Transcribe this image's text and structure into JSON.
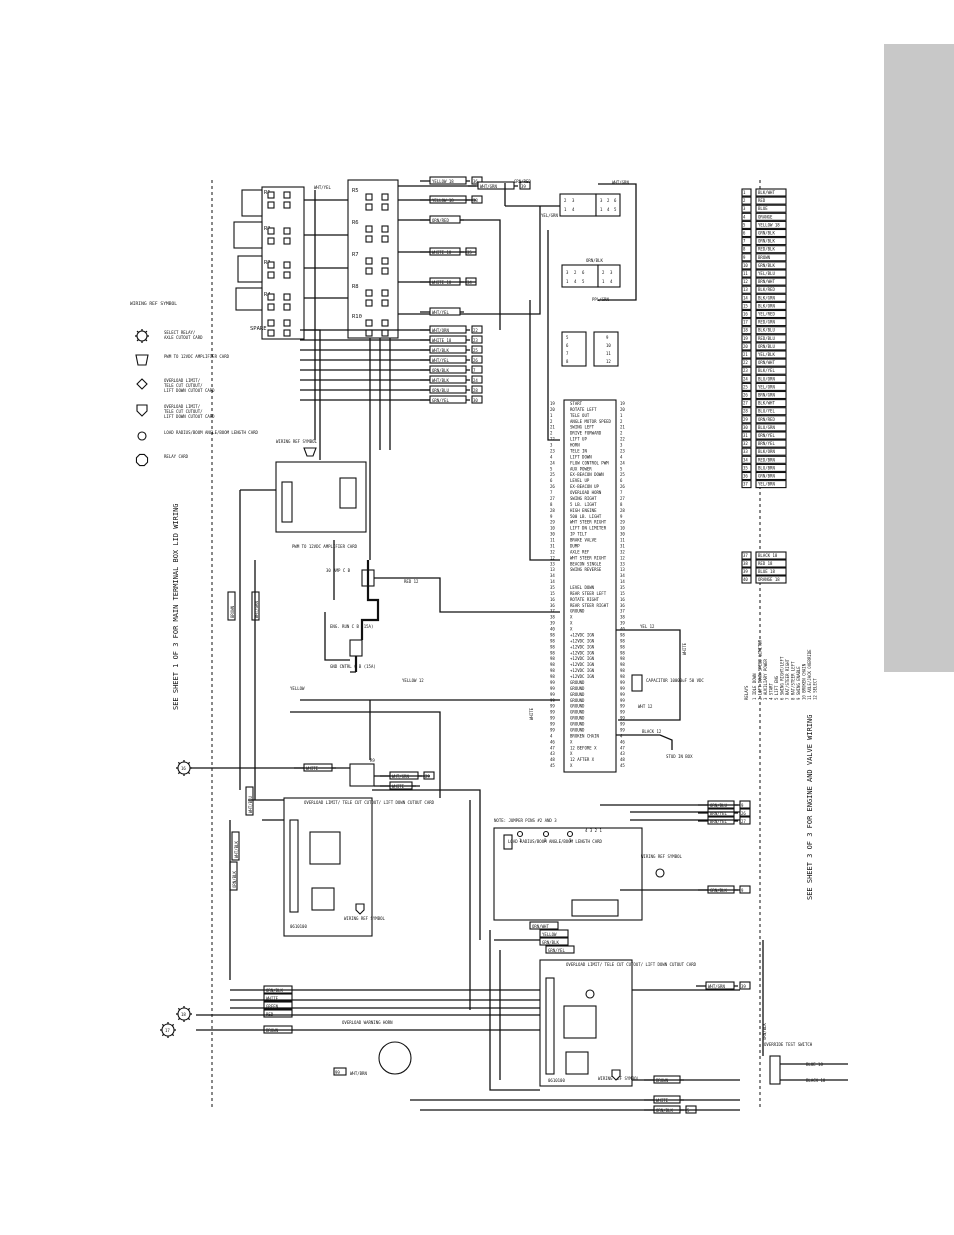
{
  "notes": {
    "left_sheet_ref": "SEE SHEET 1 OF 3 FOR MAIN TERMINAL BOX LID WIRING",
    "right_sheet_ref": "SEE SHEET 3 OF 3 FOR ENGINE AND VALVE WIRING",
    "jumper_note": "NOTE: JUMPER PINS #2 AND 3"
  },
  "legend": {
    "title": "WIRING REF SYMBOL",
    "items": [
      {
        "icon": "gear-icon",
        "text": "SELECT RELAY/ AXLE CUTOUT CARD"
      },
      {
        "icon": "trapezoid-icon",
        "text": "PWM TO 12VDC AMPLIFIER CARD"
      },
      {
        "icon": "diamond-icon",
        "text": "OVERLOAD LIMIT/ TELE CUT CUTOUT/ LIFT DOWN CUTOUT CARD"
      },
      {
        "icon": "shield-icon",
        "text": "OVERLOAD LIMIT/ TELE CUT CUTOUT/ LIFT DOWN CUTOUT CARD"
      },
      {
        "icon": "circle-icon",
        "text": "LOAD RADIUS/BOOM ANGLE/BOOM LENGTH CARD"
      },
      {
        "icon": "octagon-icon",
        "text": "RELAY CARD"
      }
    ]
  },
  "relays_left": [
    "R1",
    "R2",
    "R3",
    "R4",
    "SPARE"
  ],
  "relays_mid": [
    "R5",
    "R6",
    "R7",
    "R8",
    "R10"
  ],
  "relay_r9": "R9",
  "top_wires": [
    {
      "color": "YELLOW 18",
      "num": "36"
    },
    {
      "color": "WHT/GRN",
      "num": "39"
    },
    {
      "color": "YELLOW 18",
      "num": "38"
    }
  ],
  "r1_wire": "WHT/YEL",
  "mid_wires": [
    {
      "color": "ORN/RED",
      "num": ""
    },
    {
      "color": "WHITE 18",
      "num": "35"
    },
    {
      "color": "WHITE 18",
      "num": "34"
    },
    {
      "color": "WHT/YEL",
      "num": ""
    }
  ],
  "bundle_wires": [
    {
      "color": "WHT/ORN",
      "num": "22"
    },
    {
      "color": "WHITE 18",
      "num": "23"
    },
    {
      "color": "WHT/BLK",
      "num": "25"
    },
    {
      "color": "WHT/YEL",
      "num": "26"
    },
    {
      "color": "ORN/BLK",
      "num": "7"
    },
    {
      "color": "WHT/BLK",
      "num": "24"
    },
    {
      "color": "ORN/BLU",
      "num": "28"
    },
    {
      "color": "GRN/YEL",
      "num": "30"
    }
  ],
  "connector_upper": {
    "label_top": "GRN/RED",
    "right_top": "WHT/GRN",
    "left_label": "YEL/GRN",
    "mid_label": "ORN/BLK",
    "bottom_label": "PPL/GRN",
    "pins_a": [
      "2",
      "3",
      "1",
      "4"
    ],
    "pins_b": [
      "3",
      "2",
      "6",
      "1",
      "4",
      "5"
    ]
  },
  "connector_small": {
    "left": [
      "5",
      "6",
      "7",
      "8"
    ],
    "right": [
      "9",
      "10",
      "11",
      "12"
    ]
  },
  "main_terminal": [
    {
      "num": "19",
      "text": "START"
    },
    {
      "num": "20",
      "text": "ROTATE LEFT"
    },
    {
      "num": "1",
      "text": "TELE OUT"
    },
    {
      "num": "2",
      "text": "ANGLE MOTOR SPEED"
    },
    {
      "num": "21",
      "text": "SWING LEFT"
    },
    {
      "num": "2",
      "text": "DRIVE FORWARD"
    },
    {
      "num": "22",
      "text": "LIFT UP"
    },
    {
      "num": "3",
      "text": "HORN"
    },
    {
      "num": "23",
      "text": "TELE IN"
    },
    {
      "num": "4",
      "text": "LIFT DOWN"
    },
    {
      "num": "24",
      "text": "FLOW CONTROL PWM"
    },
    {
      "num": "5",
      "text": "AUX POWER"
    },
    {
      "num": "25",
      "text": "EX-BEACON DOWN"
    },
    {
      "num": "6",
      "text": "LEVEL UP"
    },
    {
      "num": "26",
      "text": "EX-BEACON UP"
    },
    {
      "num": "7",
      "text": "OVERLOAD HORN"
    },
    {
      "num": "27",
      "text": "SWING RIGHT"
    },
    {
      "num": "8",
      "text": "5 LB. LIGHT"
    },
    {
      "num": "28",
      "text": "HIGH ENGINE"
    },
    {
      "num": "9",
      "text": "500 LB. LIGHT"
    },
    {
      "num": "29",
      "text": "WHT STEER RIGHT"
    },
    {
      "num": "10",
      "text": "LIFT DN LIMITER"
    },
    {
      "num": "30",
      "text": "IP TILT"
    },
    {
      "num": "11",
      "text": "BRAKE VALVE"
    },
    {
      "num": "31",
      "text": "DUMP"
    },
    {
      "num": "32",
      "text": "AXLE REF"
    },
    {
      "num": "12",
      "text": "WHT STEER RIGHT"
    },
    {
      "num": "33",
      "text": "BEACON SINGLE"
    },
    {
      "num": "13",
      "text": "SWING REVERSE"
    },
    {
      "num": "34",
      "text": ""
    },
    {
      "num": "14",
      "text": ""
    },
    {
      "num": "35",
      "text": "LEVEL DOWN"
    },
    {
      "num": "15",
      "text": "REAR STEER LEFT"
    },
    {
      "num": "16",
      "text": "ROTATE RIGHT"
    },
    {
      "num": "36",
      "text": "REAR STEER RIGHT"
    },
    {
      "num": "37",
      "text": "GROUND"
    },
    {
      "num": "38",
      "text": "X"
    },
    {
      "num": "39",
      "text": "X"
    },
    {
      "num": "40",
      "text": "X"
    },
    {
      "num": "98",
      "text": "+12VDC IGN"
    },
    {
      "num": "98",
      "text": "+12VDC IGN"
    },
    {
      "num": "98",
      "text": "+12VDC IGN"
    },
    {
      "num": "98",
      "text": "+12VDC IGN"
    },
    {
      "num": "98",
      "text": "+12VDC IGN"
    },
    {
      "num": "98",
      "text": "+12VDC IGN"
    },
    {
      "num": "98",
      "text": "+12VDC IGN"
    },
    {
      "num": "98",
      "text": "+12VDC IGN"
    },
    {
      "num": "99",
      "text": "GROUND"
    },
    {
      "num": "99",
      "text": "GROUND"
    },
    {
      "num": "99",
      "text": "GROUND"
    },
    {
      "num": "99",
      "text": "GROUND"
    },
    {
      "num": "99",
      "text": "GROUND"
    },
    {
      "num": "99",
      "text": "GROUND"
    },
    {
      "num": "99",
      "text": "GROUND"
    },
    {
      "num": "99",
      "text": "GROUND"
    },
    {
      "num": "99",
      "text": "GROUND"
    },
    {
      "num": "4",
      "text": "BROKEN CHAIN"
    },
    {
      "num": "46",
      "text": "X"
    },
    {
      "num": "47",
      "text": "12 BEFORE X"
    },
    {
      "num": "43",
      "text": "X"
    },
    {
      "num": "48",
      "text": "12 AFTER X"
    },
    {
      "num": "45",
      "text": "X"
    }
  ],
  "right_terminal": [
    {
      "num": "1",
      "color": "BLK/WHT"
    },
    {
      "num": "2",
      "color": "RED"
    },
    {
      "num": "3",
      "color": "BLUE"
    },
    {
      "num": "4",
      "color": "ORANGE"
    },
    {
      "num": "5",
      "color": "YELLOW 18"
    },
    {
      "num": "6",
      "color": "GRN/BLK"
    },
    {
      "num": "7",
      "color": "ORN/BLK"
    },
    {
      "num": "8",
      "color": "RED/BLK"
    },
    {
      "num": "9",
      "color": "BROWN"
    },
    {
      "num": "10",
      "color": "GRN/BLK"
    },
    {
      "num": "11",
      "color": "YEL/BLU"
    },
    {
      "num": "12",
      "color": "BRN/WHT"
    },
    {
      "num": "13",
      "color": "BLK/RED"
    },
    {
      "num": "14",
      "color": "BLK/GRN"
    },
    {
      "num": "15",
      "color": "BLK/ORN"
    },
    {
      "num": "16",
      "color": "YEL/RED"
    },
    {
      "num": "17",
      "color": "RED/GRN"
    },
    {
      "num": "18",
      "color": "BLK/BLU"
    },
    {
      "num": "19",
      "color": "RED/BLU"
    },
    {
      "num": "20",
      "color": "ORN/BLU"
    },
    {
      "num": "21",
      "color": "YEL/BLK"
    },
    {
      "num": "22",
      "color": "ORN/WHT"
    },
    {
      "num": "23",
      "color": "BLK/YEL"
    },
    {
      "num": "24",
      "color": "BLU/ORN"
    },
    {
      "num": "25",
      "color": "YEL/ORN"
    },
    {
      "num": "26",
      "color": "BRN/GRN"
    },
    {
      "num": "27",
      "color": "BLK/WHT"
    },
    {
      "num": "28",
      "color": "BLU/YEL"
    },
    {
      "num": "29",
      "color": "ORN/RED"
    },
    {
      "num": "30",
      "color": "BLU/GRN"
    },
    {
      "num": "31",
      "color": "ORN/YEL"
    },
    {
      "num": "32",
      "color": "BRN/YEL"
    },
    {
      "num": "33",
      "color": "BLK/ORN"
    },
    {
      "num": "34",
      "color": "RED/BRN"
    },
    {
      "num": "35",
      "color": "BLU/BRN"
    },
    {
      "num": "36",
      "color": "GRN/BRN"
    },
    {
      "num": "37",
      "color": "YEL/BRN"
    }
  ],
  "right_terminal_lower": [
    {
      "num": "37",
      "color": "BLACK 18"
    },
    {
      "num": "38",
      "color": "RED 18"
    },
    {
      "num": "39",
      "color": "BLUE 18"
    },
    {
      "num": "40",
      "color": "ORANGE 18"
    }
  ],
  "relay_key_title": "RELAYS",
  "relay_key": [
    "1 IDLE DOWN",
    "2 LIFT DOWN SPEED LIMITER",
    "3 AUXILIARY POWER",
    "4 START",
    "5 LIFT ENG",
    "6 SWING RIGHT/LEFT",
    "7 RAT/STEER RIGHT",
    "8 RAT/STEER LEFT",
    "9 SWING ENABLE",
    "10 BROKEN CHAIN",
    "11 AXLE/JACK OVERRIDE",
    "12 SELECT"
  ],
  "amp_card": {
    "title": "PWM TO 12VDC AMPLIFIER CARD",
    "ref": "WIRING REF SYMBOL"
  },
  "breakers": {
    "b30": "30 AMP C B",
    "eng": "ENG. RUN C B (15A)",
    "gnd": "GND CNTRL C B (15A)",
    "red12": "RED 12",
    "yellow12": "YELLOW 12",
    "yellow": "YELLOW",
    "red": "RED"
  },
  "right_side": {
    "yel12": "YEL 12",
    "wht12": "WHT 12",
    "capacitor": "CAPACITOR 10000uF 50 VDC",
    "black12": "BLACK 12",
    "stud": "STUD IN BOX",
    "white": "WHITE",
    "white_v": "WHITE"
  },
  "load_card": {
    "title": "LOAD RADIUS/BOOM ANGLE/BOOM LENGTH CARD",
    "ref": "WIRING REF SYMBOL",
    "pins": [
      "1",
      "2",
      "3"
    ],
    "code": "4 3 2 1"
  },
  "load_wires": [
    {
      "color": "ORN/BLU",
      "num": "9"
    },
    {
      "color": "BRN/YEL",
      "num": "26"
    },
    {
      "color": "BRN/YEL",
      "num": "27"
    },
    {
      "color": "GRN/BLK",
      "num": "9"
    }
  ],
  "ol_card1": {
    "title": "OVERLOAD LIMIT/ TELE CUT CUTOUT/ LIFT DOWN CUTOUT CARD",
    "part": "0610100",
    "ref": "WIRING REF SYMBOL"
  },
  "ol_card2": {
    "title": "OVERLOAD LIMIT/ TELE CUT CUTOUT/ LIFT DOWN CUTOUT CARD",
    "part": "0610100",
    "ref": "WIRING REF SYMBOL"
  },
  "r9_wires": [
    {
      "color": "WHITE",
      "num": "16"
    },
    {
      "color": "WHT/GRN",
      "num": "29"
    },
    {
      "color": "WHITE",
      "num": ""
    }
  ],
  "left_bus": [
    {
      "color": "BROWN"
    },
    {
      "color": "WHT/GRN"
    },
    {
      "color": "WHT/BLU"
    },
    {
      "color": "ORN/BLK"
    },
    {
      "color": "WHT/BLK"
    }
  ],
  "bottom_wires": [
    {
      "color": "ORN/BLK",
      "num": "18"
    },
    {
      "color": "WHITE",
      "num": ""
    },
    {
      "color": "GREEN",
      "num": ""
    },
    {
      "color": "RED",
      "num": ""
    },
    {
      "color": "BROWN",
      "num": "17"
    }
  ],
  "mid_bundle": [
    {
      "color": "ORN/WHT"
    },
    {
      "color": "YELLOW"
    },
    {
      "color": "GRN/BLK"
    },
    {
      "color": "GRN/YEL"
    }
  ],
  "horn": {
    "label": "OVERLOAD WARNING HORN",
    "wire": "WHT/BRN",
    "num": "99"
  },
  "switch": {
    "label": "OVERRIDE TEST SWITCH",
    "wire_top": "BLUE 18",
    "wire_bot": "BLACK 18",
    "vert": "ORN/BLK"
  },
  "ol2_wire": {
    "color": "WHT/GRN",
    "num": "39"
  },
  "bottom_right": [
    {
      "color": "BROWN",
      "num": ""
    },
    {
      "color": "WHITE",
      "num": ""
    },
    {
      "color": "ORN/BLK",
      "num": "5"
    }
  ],
  "circle_refs": [
    "16",
    "18",
    "17"
  ]
}
